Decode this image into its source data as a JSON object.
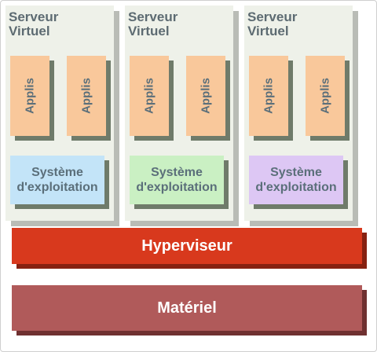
{
  "servers": [
    {
      "title_line1": "Serveur",
      "title_line2": "Virtuel",
      "apps": [
        "Applis",
        "Applis"
      ],
      "os_line1": "Système",
      "os_line2": "d'exploitation",
      "os_color": "#c3e4f8"
    },
    {
      "title_line1": "Serveur",
      "title_line2": "Virtuel",
      "apps": [
        "Applis",
        "Applis"
      ],
      "os_line1": "Système",
      "os_line2": "d'exploitation",
      "os_color": "#caf0c3"
    },
    {
      "title_line1": "Serveur",
      "title_line2": "Virtuel",
      "apps": [
        "Applis",
        "Applis"
      ],
      "os_line1": "Système",
      "os_line2": "d'exploitation",
      "os_color": "#ddc7f4"
    }
  ],
  "hypervisor": {
    "label": "Hyperviseur",
    "color": "#d8391d"
  },
  "hardware": {
    "label": "Matériel",
    "color": "#b05a5a"
  },
  "colors": {
    "app": "#f9c89b",
    "server_bg": "#eef1e9",
    "text": "#5b6f7a"
  }
}
